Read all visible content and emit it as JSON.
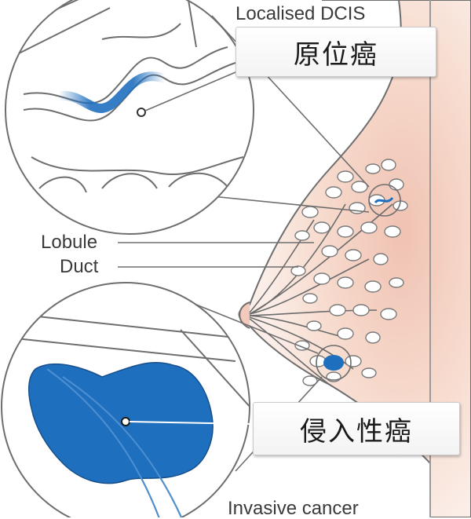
{
  "labels": {
    "localised_dcis": "Localised DCIS",
    "lobule": "Lobule",
    "duct": "Duct",
    "invasive_cancer": "Invasive cancer"
  },
  "callouts": {
    "in_situ": "原位癌",
    "invasive": "侵入性癌"
  },
  "colors": {
    "cancer_blue": "#1f6fbf",
    "tissue_pink": "#f6d5c8",
    "outline": "#6e6e6e"
  }
}
